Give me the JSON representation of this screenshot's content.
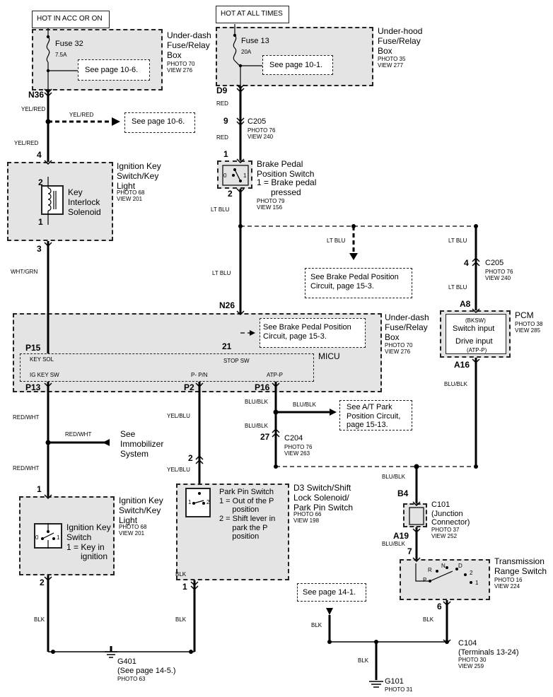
{
  "headers": {
    "hot_acc": "HOT IN ACC OR ON",
    "hot_all": "HOT AT ALL TIMES"
  },
  "fuse32": {
    "name": "Fuse 32",
    "rating": "7.5A",
    "ref": "See page 10-6.",
    "box_title": "Under-dash\nFuse/Relay\nBox",
    "photo": "PHOTO 70",
    "view": "VIEW 276"
  },
  "fuse13": {
    "name": "Fuse 13",
    "rating": "20A",
    "ref": "See page 10-1.",
    "box_title": "Under-hood\nFuse/Relay\nBox",
    "photo": "PHOTO 35",
    "view": "VIEW 277"
  },
  "left_column": {
    "n36": "N36",
    "wire_yel_red_1": "YEL/RED",
    "branch_wire": "YEL/RED",
    "branch_ref": "See page 10-6.",
    "wire_yel_red_2": "YEL/RED",
    "pin4": "4",
    "ik_box_title": "Ignition Key\nSwitch/Key\nLight",
    "ik_photo": "PHOTO 68",
    "ik_view": "VIEW 201",
    "pin2_ik": "2",
    "pin1_ik": "1",
    "solenoid_label": "Key\nInterlock\nSolenoid",
    "pin3": "3",
    "wire_wht_grn": "WHT/GRN"
  },
  "brake": {
    "d9": "D9",
    "wire_red_1": "RED",
    "pin9": "9",
    "c205": "C205",
    "c205_photo": "PHOTO 76",
    "c205_view": "VIEW 240",
    "wire_red_2": "RED",
    "pin1": "1",
    "switch_title": "Brake Pedal\nPosition Switch",
    "switch_note": "1 = Brake pedal\n      pressed",
    "pin_0": "0",
    "pin_1": "1",
    "pin2": "2",
    "photo": "PHOTO 79",
    "view": "VIEW 156",
    "wire_lt_blu": "LT BLU",
    "wire_lt_blu_2": "LT BLU",
    "wire_lt_blu_3": "LT BLU",
    "ref": "See Brake Pedal Position\nCircuit, page 15-3."
  },
  "pcm": {
    "wire_lt_blu": "LT BLU",
    "pin4": "4",
    "c205": "C205",
    "c205_photo": "PHOTO 76",
    "c205_view": "VIEW 240",
    "wire_lt_blu_2": "LT BLU",
    "a8": "A8",
    "title": "PCM",
    "photo": "PHOTO 38",
    "view": "VIEW 285",
    "bksw": "(BKSW)",
    "switch_input": "Switch input",
    "drive_input": "Drive input",
    "atpp": "(ATP-P)",
    "a16": "A16",
    "wire_blu_blk": "BLU/BLK"
  },
  "micu": {
    "n26": "N26",
    "box_title": "Under-dash\nFuse/Relay\nBox",
    "photo": "PHOTO 70",
    "view": "VIEW 276",
    "ref": "See Brake Pedal Position\nCircuit, page 15-3.",
    "pin21": "21",
    "p15": "P15",
    "key_sol": "KEY SOL",
    "stop_sw": "STOP SW",
    "name": "MICU",
    "ig_key_sw": "IG KEY SW",
    "p_pin": "P- P/N",
    "atp_p": "ATP-P",
    "p13": "P13",
    "p2": "P2",
    "p16": "P16"
  },
  "lower_left": {
    "wire_red_wht_1": "RED/WHT",
    "branch_wire": "RED/WHT",
    "immob_ref": "See\nImmobilizer\nSystem",
    "wire_red_wht_2": "RED/WHT",
    "pin1": "1",
    "ik_box_title": "Ignition Key\nSwitch/Key\nLight",
    "ik_photo": "PHOTO 68",
    "ik_view": "VIEW 201",
    "sw_label": "Ignition Key\nSwitch\n1 = Key in\n      ignition",
    "pin_0": "0",
    "pin_1": "1",
    "pin2": "2",
    "wire_blk": "BLK"
  },
  "park_pin": {
    "wire_yel_blu_1": "YEL/BLU",
    "pin2_conn": "2",
    "wire_yel_blu_2": "YEL/BLU",
    "switch_label": "Park Pin Switch\n1 = Out of the P\n      position\n2 = Shift lever in\n      park the P\n      position",
    "box_title": "D3 Switch/Shift\nLock Solenoid/\nPark Pin Switch",
    "photo": "PHOTO 66",
    "view": "VIEW 198",
    "pin_1": "1",
    "pin_2": "2",
    "wire_blk": "BLK",
    "pin1_conn": "1",
    "wire_blk_2": "BLK"
  },
  "atp": {
    "wire_blu_blk_1": "BLU/BLK",
    "branch_wire": "BLU/BLK",
    "ref": "See A/T Park\nPosition Circuit,\npage 15-13.",
    "wire_blu_blk_2": "BLU/BLK",
    "pin27": "27",
    "c204": "C204",
    "c204_photo": "PHOTO 76",
    "c204_view": "VIEW 263",
    "wire_blu_blk_3": "BLU/BLK"
  },
  "trans": {
    "b4": "B4",
    "c101": "C101\n(Junction\nConnector)",
    "c101_photo": "PHOTO 37",
    "c101_view": "VIEW 252",
    "a19": "A19",
    "wire_blu_blk": "BLU/BLK",
    "pin7": "7",
    "title": "Transmission\nRange Switch",
    "photo": "PHOTO 16",
    "view": "VIEW 224",
    "pos_r": "R",
    "pos_n": "N",
    "pos_d": "D",
    "pos_2": "2",
    "pos_1": "1",
    "pos_p": "P",
    "pin6": "6",
    "wire_blk": "BLK"
  },
  "ground": {
    "ref": "See page 14-1.",
    "wire_blk_1": "BLK",
    "c104": "C104\n(Terminals 13-24)",
    "c104_photo": "PHOTO 30",
    "c104_view": "VIEW 259",
    "wire_blk_2": "BLK",
    "g101": "G101",
    "g101_photo": "PHOTO 31",
    "g401": "G401\n(See page 14-5.)",
    "g401_photo": "PHOTO 63"
  }
}
